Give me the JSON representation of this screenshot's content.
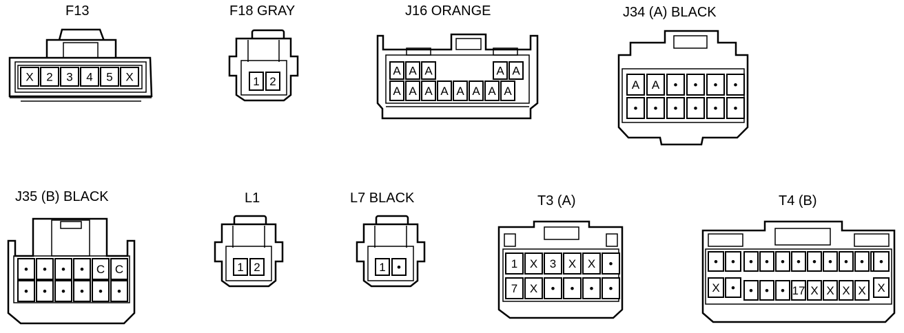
{
  "connectors": {
    "F13": {
      "label": "F13",
      "pins": [
        "X",
        "2",
        "3",
        "4",
        "5",
        "X"
      ]
    },
    "F18": {
      "label": "F18  GRAY",
      "pins": [
        "1",
        "2"
      ]
    },
    "J16": {
      "label": "J16  ORANGE",
      "top_left": [
        "A",
        "A",
        "A"
      ],
      "top_right": [
        "A",
        "A"
      ],
      "bottom": [
        "A",
        "A",
        "A",
        "A",
        "A",
        "A",
        "A",
        "A"
      ]
    },
    "J34": {
      "label": "J34 (A)  BLACK",
      "top": [
        "A",
        "A",
        "•",
        "•",
        "•",
        "•"
      ],
      "bottom": [
        "•",
        "•",
        "•",
        "•",
        "•",
        "•"
      ]
    },
    "J35": {
      "label": "J35 (B)  BLACK",
      "top": [
        "•",
        "•",
        "•",
        "•",
        "C",
        "C"
      ],
      "bottom": [
        "•",
        "•",
        "•",
        "•",
        "•",
        "•"
      ]
    },
    "L1": {
      "label": "L1",
      "pins": [
        "1",
        "2"
      ]
    },
    "L7": {
      "label": "L7  BLACK",
      "pins": [
        "1",
        "•"
      ]
    },
    "T3": {
      "label": "T3 (A)",
      "top": [
        "1",
        "X",
        "3",
        "X",
        "X",
        "•"
      ],
      "bottom": [
        "7",
        "X",
        "•",
        "•",
        "•",
        "•"
      ]
    },
    "T4": {
      "label": "T4 (B)",
      "top_left": [
        "•",
        "•"
      ],
      "top_mid": [
        "•",
        "•",
        "•",
        "•",
        "•",
        "•",
        "•",
        "•",
        "•"
      ],
      "top_right": [
        "•"
      ],
      "bottom_left": [
        "X",
        "•"
      ],
      "bottom_mid": [
        "•",
        "•",
        "•",
        "17",
        "X",
        "X",
        "X",
        "X"
      ],
      "bottom_right": [
        "X"
      ]
    }
  }
}
